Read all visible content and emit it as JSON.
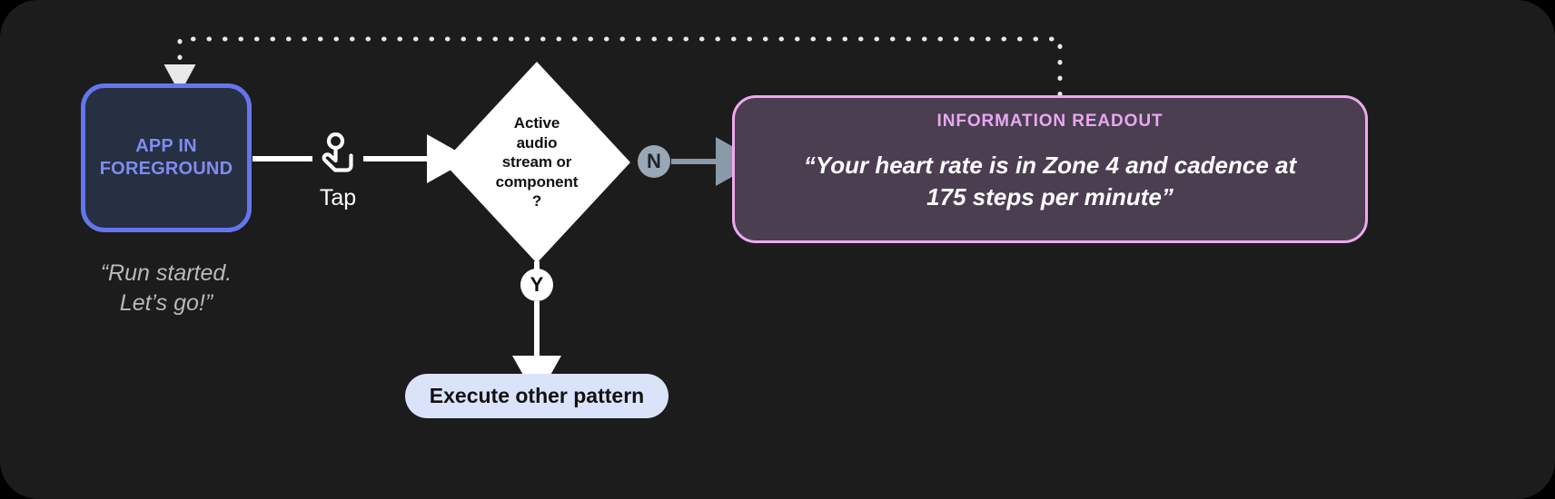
{
  "canvas": {
    "background": "#1c1c1c",
    "outer_background": "#000000"
  },
  "nodes": {
    "app": {
      "label_line1": "APP IN",
      "label_line2": "FOREGROUND",
      "border_color": "#6575ee",
      "fill_color": "#272f42",
      "text_color": "#7f8cf0",
      "caption_line1": "“Run started.",
      "caption_line2": "Let’s go!”",
      "caption_color": "#b9b9b9"
    },
    "tap": {
      "icon": "tap-gesture-icon",
      "label": "Tap",
      "color": "#ffffff"
    },
    "decision": {
      "line1": "Active",
      "line2": "audio",
      "line3": "stream or",
      "line4": "component",
      "line5": "?",
      "fill_color": "#ffffff",
      "text_color": "#111111"
    },
    "badge_no": {
      "label": "N",
      "fill_color": "#98a8b5",
      "text_color": "#1c2430"
    },
    "badge_yes": {
      "label": "Y",
      "fill_color": "#ffffff",
      "text_color": "#111111"
    },
    "readout": {
      "title": "INFORMATION READOUT",
      "body_line1": "“Your heart rate is in Zone 4 and cadence at",
      "body_line2": "175 steps per minute”",
      "border_color": "#edaaee",
      "fill_color": "#4a3e50",
      "title_color": "#e8a8f2",
      "body_color": "#ffffff"
    },
    "execute": {
      "label": "Execute other pattern",
      "fill_color": "#dbe3fb",
      "text_color": "#111111"
    }
  },
  "connectors": {
    "app_to_tap": {
      "style": "solid",
      "color": "#ffffff"
    },
    "tap_to_decision": {
      "style": "solid-arrow",
      "color": "#ffffff"
    },
    "decision_no_to_readout": {
      "style": "solid-arrow",
      "color": "#8a9aa8"
    },
    "decision_yes_to_execute": {
      "style": "solid-arrow",
      "color": "#ffffff"
    },
    "readout_back_to_app": {
      "style": "dotted-arrow",
      "color": "#e8e8e8"
    }
  }
}
